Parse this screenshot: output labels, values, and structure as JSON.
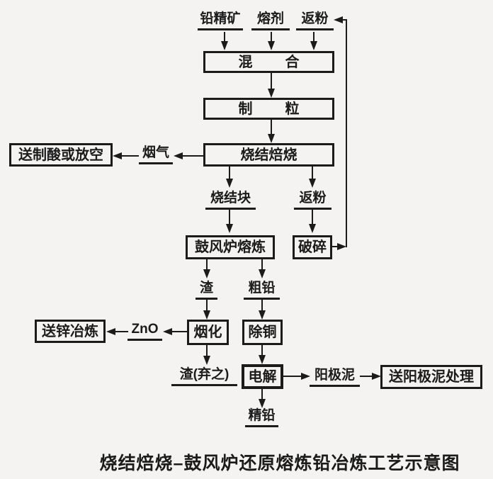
{
  "diagram": {
    "caption": "烧结焙烧–鼓风炉还原熔炼铅冶炼工艺示意图",
    "colors": {
      "ink": "#1b1b1b",
      "background": "#f4f3f1"
    },
    "inputs": {
      "lead_concentrate": "铅精矿",
      "flux": "熔剂",
      "return_fines": "返粉"
    },
    "processes": {
      "mixing": "混合",
      "granulation": "制粒",
      "sintering": "烧结焙烧",
      "blast_furnace": "鼓风炉熔炼",
      "crushing": "破碎",
      "fuming": "烟化",
      "copper_removal": "除铜",
      "electrolysis": "电解"
    },
    "terminals": {
      "to_acid_or_vent": "送制酸或放空",
      "to_zinc_smelting": "送锌冶炼",
      "anode_slime_treatment": "送阳极泥处理"
    },
    "streams": {
      "flue_gas": "烟气",
      "sinter_lump": "烧结块",
      "return_fines": "返粉",
      "slag": "渣",
      "crude_lead": "粗铅",
      "zno": "ZnO",
      "discarded_slag": "渣(弃之)",
      "anode_slime": "阳极泥",
      "refined_lead": "精铅"
    }
  }
}
